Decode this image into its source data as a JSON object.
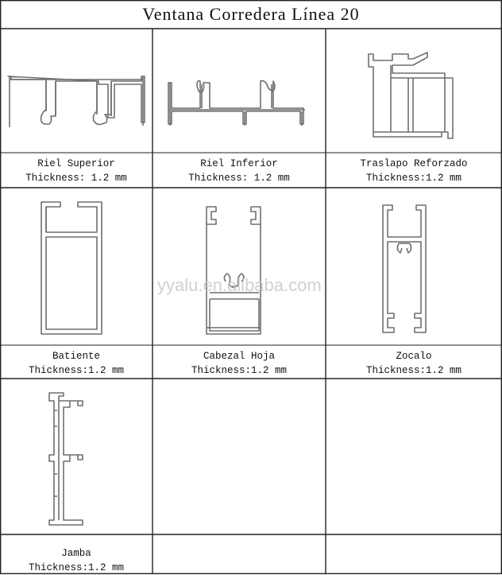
{
  "title": "Ventana Corredera Línea 20",
  "watermark": "yyalu.en.alibaba.com",
  "profiles": [
    {
      "name": "Riel Superior",
      "thickness": "Thickness: 1.2 mm"
    },
    {
      "name": "Riel Inferior",
      "thickness": "Thickness: 1.2 mm"
    },
    {
      "name": "Traslapo Reforzado",
      "thickness": "Thickness:1.2 mm"
    },
    {
      "name": "Batiente",
      "thickness": "Thickness:1.2 mm"
    },
    {
      "name": "Cabezal Hoja",
      "thickness": "Thickness:1.2 mm"
    },
    {
      "name": "Zocalo",
      "thickness": "Thickness:1.2 mm"
    },
    {
      "name": "Jamba",
      "thickness": "Thickness:1.2 mm"
    }
  ]
}
